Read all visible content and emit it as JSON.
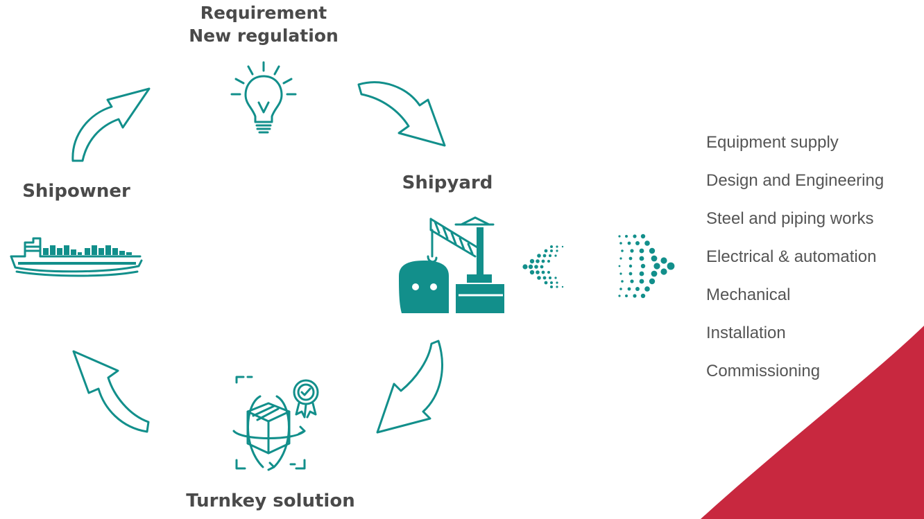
{
  "diagram": {
    "requirement_label": [
      "Requirement",
      "New regulation"
    ],
    "shipowner_label": "Shipowner",
    "shipyard_label": "Shipyard",
    "turnkey_label": "Turnkey solution",
    "services": [
      "Equipment supply",
      "Design and Engineering",
      "Steel and piping works",
      "Electrical & automation",
      "Mechanical",
      "Installation",
      "Commissioning"
    ],
    "icons": {
      "requirement": "lightbulb-icon",
      "shipowner": "container-ship-icon",
      "shipyard": "shipyard-crane-icon",
      "turnkey": "turnkey-cube-icon",
      "flow_in": "dotted-chevron-left-icon",
      "flow_out": "dotted-arrow-right-icon"
    },
    "colors": {
      "accent": "#128f8b",
      "brand_red": "#c8283f",
      "text": "#4a4a4a"
    }
  }
}
